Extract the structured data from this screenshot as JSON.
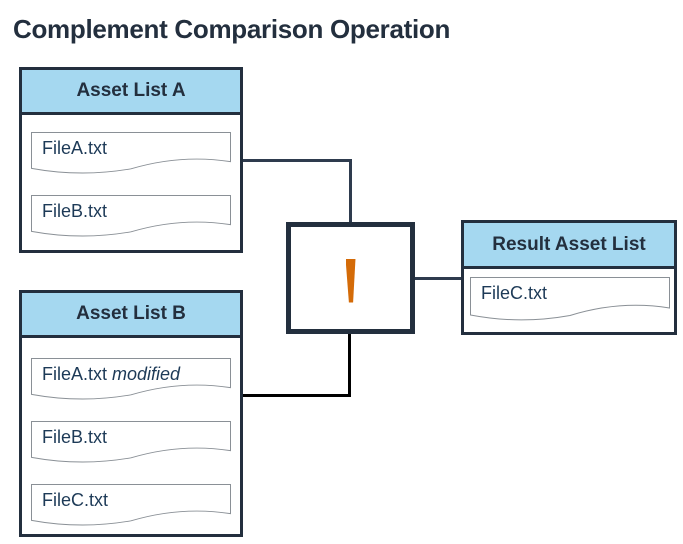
{
  "title": "Complement Comparison Operation",
  "panels": {
    "list_a": {
      "header": "Asset List A",
      "files": [
        {
          "label": "FileA.txt"
        },
        {
          "label": "FileB.txt"
        }
      ]
    },
    "list_b": {
      "header": "Asset List B",
      "files": [
        {
          "label": "FileA.txt",
          "label_italic": "modified"
        },
        {
          "label": "FileB.txt"
        },
        {
          "label": "FileC.txt"
        }
      ]
    },
    "result": {
      "header": "Result Asset List",
      "files": [
        {
          "label": "FileC.txt"
        }
      ]
    }
  },
  "operation": {
    "symbol": "!",
    "symbol_color": "#d46b08"
  },
  "colors": {
    "title_text": "#232f3e",
    "panel_border": "#232f3e",
    "header_fill": "#a5d8f0",
    "header_text": "#232f3e",
    "file_text": "#1d3a57",
    "doc_outline": "#8a9096",
    "connector_top": "#2e3b4e",
    "connector_bottom": "#000000"
  }
}
